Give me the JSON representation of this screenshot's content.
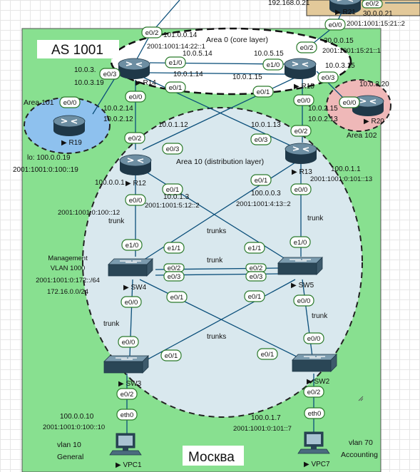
{
  "title": "AS 1001",
  "city": "Москва",
  "areas": {
    "core": "Area 0 (core layer)",
    "distribution": "Area 10 (distribution layer)",
    "area101": "Area 101",
    "area102": "Area 102"
  },
  "management": {
    "title": "Management",
    "vlan": "VLAN 1000",
    "ipv6": "2001:1001:0:172::/64",
    "ipv4": "172.16.0.0/24"
  },
  "devices": {
    "R14": "R14",
    "R15": "R15",
    "R12": "R12",
    "R13": "R13",
    "R19": "R19",
    "R20": "R20",
    "R21": "R21",
    "SW4": "SW4",
    "SW5": "SW5",
    "SW3": "SW3",
    "SW2": "SW2",
    "VPC1": "VPC1",
    "VPC7": "VPC7"
  },
  "vlans": {
    "vlan10": "vlan 10",
    "general": "General",
    "vlan70": "vlan 70",
    "accounting": "Accounting"
  },
  "colors": {
    "as_fill": "#88e090",
    "area10_fill": "#d9e8ee",
    "area101_fill": "#8ec1ee",
    "area102_fill": "#efb8b8",
    "r21_fill": "#e3c99a",
    "link": "#0b4f7a",
    "port_border": "#2b7a2b"
  },
  "labels": {
    "top_ip": "192.168.0.21",
    "r21_ip": "30.0.0.21",
    "r21_ipv6": "2001:1001:15:21::2",
    "r15_up_ip": "30.0.0.15",
    "r15_up_ipv6": "2001:1001:15:21::1",
    "r14_up_ip": "101.0.0.14",
    "r14_up_ipv6": "2001:1001:14:22::1",
    "r14_e10": "10.0.5.14",
    "r15_e10": "10.0.5.15",
    "r14_e01": "10.0.1.14",
    "r15_e01": "10.0.1.15",
    "r14_e03_ip1": "10.0.3.",
    "r14_e03_ip2": "10.0.3.19",
    "r15_e03": "10.0.3.15",
    "r20_ip": "10.0.3.20",
    "r19_ip1": "10.0.2.14",
    "r19_ip2": "10.0.2.12",
    "r20_ip1": "10.0.2.15",
    "r20_ip2": "10.0.2.13",
    "r12_lo_ip": "lo: 100.0.0.19",
    "r12_lo_ipv6": "2001:1001:0:100::19",
    "r12_e03": "10.0.1.12",
    "r13_e03": "10.0.1.13",
    "r13_ip": "100.0.1.1",
    "r13_ipv6": "2001:1001:0:101::13",
    "r12_ip": "100.0.0.1",
    "r12_ipv6": "2001:1001:0:100::12",
    "r12_e01_ip": "10.0.1.3",
    "r12_e01_ipv6": "2001:1001:5:12::2",
    "r13_e01_ip": "100.0.0.3",
    "r13_e01_ipv6": "2001:1001:4:13::2",
    "vpc1_ip": "100.0.0.10",
    "vpc1_ipv6": "2001:1001:0:100::10",
    "vpc7_ip": "100.0.1.7",
    "vpc7_ipv6": "2001:1001:0:101::7",
    "trunk": "trunk",
    "trunks": "trunks"
  },
  "ports": {
    "e0_2": "e0/2",
    "e0_3": "e0/3",
    "e0_0": "e0/0",
    "e0_1": "e0/1",
    "e1_0": "e1/0",
    "e1_1": "e1/1",
    "eth0": "eth0"
  }
}
